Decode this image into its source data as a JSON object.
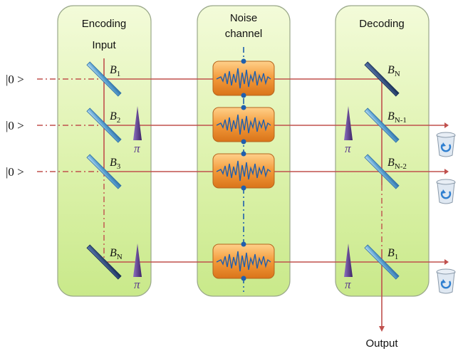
{
  "panels": {
    "encoding": {
      "title": "Encoding",
      "subtitle": "Input"
    },
    "noise": {
      "title_line1": "Noise",
      "title_line2": "channel"
    },
    "decoding": {
      "title": "Decoding"
    }
  },
  "inputs": [
    "|0 >",
    "|0 >",
    "|0 >"
  ],
  "encoding_splitters": [
    {
      "label": "B",
      "sub": "1"
    },
    {
      "label": "B",
      "sub": "2"
    },
    {
      "label": "B",
      "sub": "3"
    },
    {
      "label": "B",
      "sub": "N"
    }
  ],
  "decoding_splitters": [
    {
      "label": "B",
      "sub": "N"
    },
    {
      "label": "B",
      "sub": "N-1"
    },
    {
      "label": "B",
      "sub": "N-2"
    },
    {
      "label": "B",
      "sub": "1"
    }
  ],
  "phase_label": "π",
  "output_label": "Output",
  "colors": {
    "panel_fill": "#dff3b0",
    "panel_stroke": "#9aa88a",
    "beam": "#c0504d",
    "splitter": "#5aa0d0",
    "splitter_dark": "#1f3a6a",
    "noise_box": "#f39a3a",
    "noise_signal": "#1f5fae",
    "phase_plate": "#5a3c8c"
  },
  "icons": [
    "trash-bin-icon",
    "trash-bin-icon",
    "trash-bin-icon"
  ]
}
